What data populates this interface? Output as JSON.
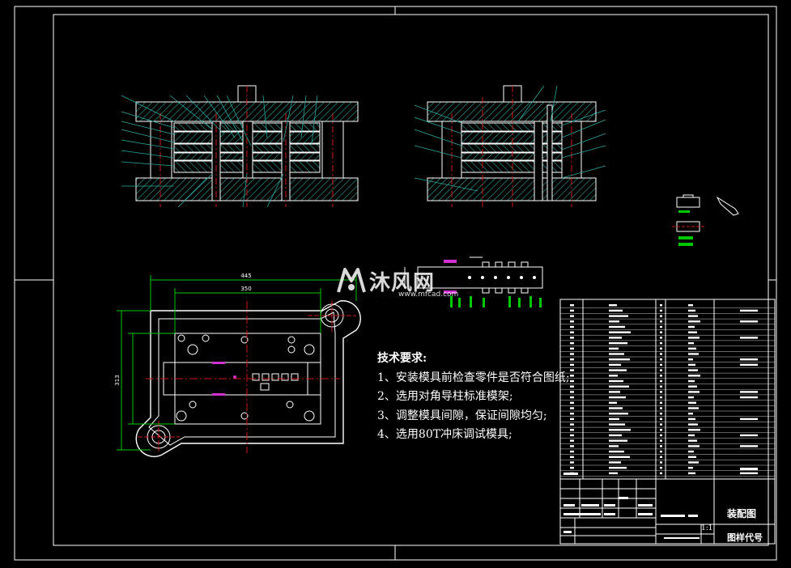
{
  "technical_requirements": {
    "heading": "技术要求:",
    "items": [
      "1、安装模具前检查零件是否符合图纸;",
      "2、选用对角导柱标准模架;",
      "3、调整模具间隙，保证间隙均匀;",
      "4、选用80T冲床调试模具;"
    ]
  },
  "title_block": {
    "drawing_title": "装配图",
    "drawing_code_label": "图样代号",
    "scale": "1:1"
  },
  "plan_view_dimensions": {
    "overall_width": "445",
    "inner_width": "350",
    "overall_height": "313"
  },
  "watermark": {
    "name": "沐风网",
    "url": "www.mfcad.com"
  },
  "colors": {
    "background": "#000000",
    "line_white": "#ffffff",
    "hatch": "#2aa8a0",
    "section_red": "#d01818",
    "dimension_green": "#00c800",
    "accent_magenta": "#d030d0",
    "watermark": "#ffffff"
  }
}
